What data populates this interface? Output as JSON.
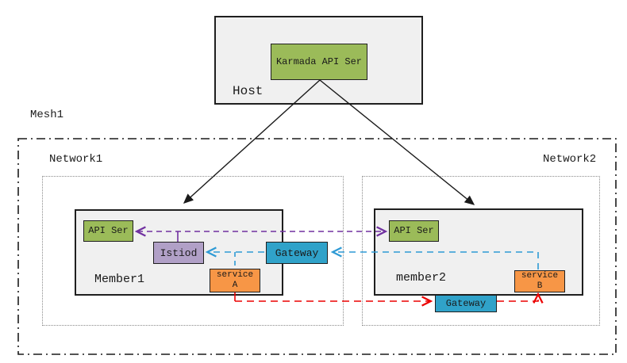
{
  "diagram": {
    "title_note": "Karmada multi-cluster service mesh diagram",
    "host": {
      "label": "Host",
      "karmada_api_server": "Karmada API Ser"
    },
    "mesh": {
      "label": "Mesh1"
    },
    "networks": [
      {
        "label": "Network1"
      },
      {
        "label": "Network2"
      }
    ],
    "members": [
      {
        "label": "Member1",
        "api_server": "API Ser",
        "istiod": "Istiod",
        "gateway": "Gateway",
        "service": "service\nA"
      },
      {
        "label": "member2",
        "api_server": "API Ser",
        "gateway": "Gateway",
        "service": "service\nB"
      }
    ],
    "edges": [
      {
        "id": "host-to-member1",
        "from": "Karmada API Ser",
        "to": "Member1",
        "color": "black",
        "style": "solid",
        "arrows": "end"
      },
      {
        "id": "host-to-member2",
        "from": "Karmada API Ser",
        "to": "member2",
        "color": "black",
        "style": "solid",
        "arrows": "end"
      },
      {
        "id": "apiser1-apiser2",
        "from": "API Ser (Member1)",
        "to": "API Ser (member2)",
        "color": "purple",
        "style": "dashed",
        "arrows": "both"
      },
      {
        "id": "istiod-stub",
        "from": "Istiod",
        "to": "apiser1-apiser2 line",
        "color": "purple",
        "style": "solid",
        "arrows": "none"
      },
      {
        "id": "serviceb-to-gateway1",
        "from": "service B",
        "to": "Gateway (Member1)",
        "color": "blue",
        "style": "dashed",
        "arrows": "end"
      },
      {
        "id": "gateway1-to-istiod",
        "from": "Gateway (Member1)",
        "to": "Istiod",
        "color": "blue",
        "style": "dashed",
        "arrows": "end"
      },
      {
        "id": "blue-branch-servicea",
        "from": "blue line",
        "to": "service A",
        "color": "blue",
        "style": "dashed",
        "arrows": "none"
      },
      {
        "id": "servicea-to-gateway2",
        "from": "service A",
        "to": "Gateway (member2)",
        "color": "red",
        "style": "dashed",
        "arrows": "end"
      },
      {
        "id": "gateway2-to-serviceb",
        "from": "Gateway (member2)",
        "to": "service B",
        "color": "red",
        "style": "dashed",
        "arrows": "end"
      }
    ],
    "colors": {
      "node_green": "#9bbb59",
      "node_purple": "#b1a0c7",
      "node_teal": "#30a2c9",
      "node_orange": "#f79646",
      "box_gray_fill": "#f0f0f0",
      "line_purple": "#7030a0",
      "line_blue": "#2e9ad5",
      "line_red": "#ec0000",
      "line_black": "#1a1a1a",
      "dotted_border": "#8a8a8a"
    }
  }
}
